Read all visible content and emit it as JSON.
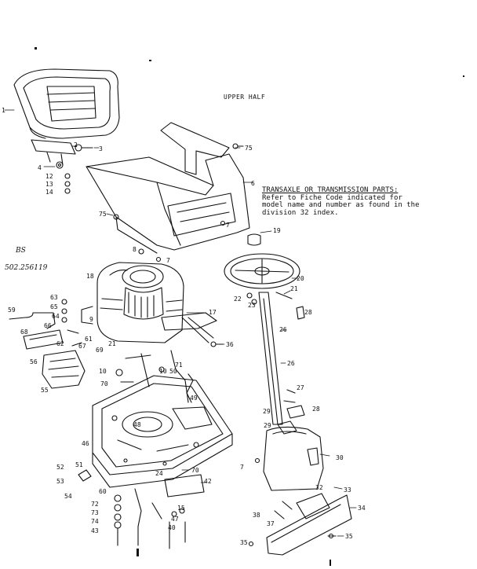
{
  "diagram": {
    "title": "UPPER HALF",
    "note": [
      "TRANSAXLE OR TRANSMISSION PARTS:",
      "Refer to Fiche Code indicated for",
      "model name and number as found in the",
      "division 32 index."
    ],
    "handwritten": [
      "BS",
      "502.256119"
    ],
    "part_labels": [
      "1",
      "2",
      "3",
      "4",
      "12",
      "13",
      "14",
      "75",
      "6",
      "7",
      "75",
      "8",
      "7",
      "18",
      "19",
      "20",
      "21",
      "22",
      "23",
      "28",
      "26",
      "26",
      "27",
      "63",
      "65",
      "64",
      "59",
      "66",
      "68",
      "61",
      "62",
      "67",
      "56",
      "55",
      "17",
      "36",
      "21",
      "69",
      "9",
      "10",
      "71",
      "70",
      "10",
      "50",
      "49",
      "46",
      "48",
      "51",
      "52",
      "53",
      "54",
      "60",
      "72",
      "73",
      "74",
      "43",
      "42",
      "47",
      "40",
      "15",
      "24",
      "70",
      "29",
      "29",
      "28",
      "30",
      "7",
      "32",
      "33",
      "34",
      "38",
      "37",
      "35",
      "35"
    ]
  }
}
